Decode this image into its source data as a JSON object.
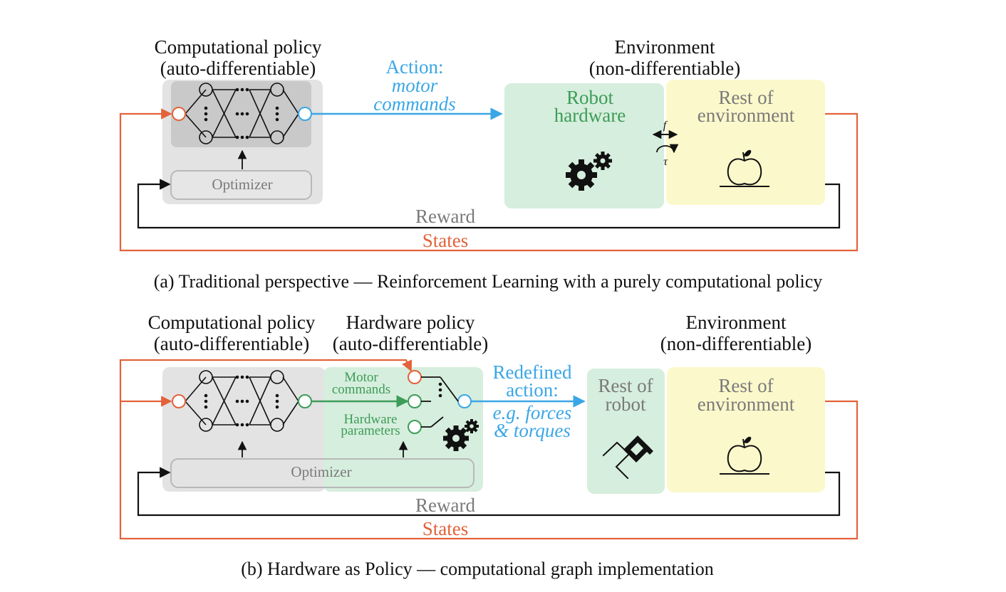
{
  "panel_a": {
    "comp_policy_title": "Computational policy",
    "comp_policy_subtitle": "(auto-differentiable)",
    "optimizer": "Optimizer",
    "action_line1": "Action:",
    "action_line2": "motor",
    "action_line3": "commands",
    "env_title": "Environment",
    "env_subtitle": "(non-differentiable)",
    "robot_line1": "Robot",
    "robot_line2": "hardware",
    "rest_env_line1": "Rest of",
    "rest_env_line2": "environment",
    "force_symbol": "f",
    "torque_symbol": "τ",
    "reward": "Reward",
    "states": "States",
    "caption": "(a) Traditional perspective — Reinforcement Learning with a purely computational policy"
  },
  "panel_b": {
    "comp_policy_title": "Computational policy",
    "comp_policy_subtitle": "(auto-differentiable)",
    "hw_policy_title": "Hardware policy",
    "hw_policy_subtitle": "(auto-differentiable)",
    "motor_line1": "Motor",
    "motor_line2": "commands",
    "hwparams_line1": "Hardware",
    "hwparams_line2": "parameters",
    "optimizer": "Optimizer",
    "redefined_line1": "Redefined",
    "redefined_line2": "action:",
    "redefined_line3": "e.g. forces",
    "redefined_line4": "& torques",
    "env_title": "Environment",
    "env_subtitle": "(non-differentiable)",
    "rest_robot_line1": "Rest of",
    "rest_robot_line2": "robot",
    "rest_env_line1": "Rest of",
    "rest_env_line2": "environment",
    "reward": "Reward",
    "states": "States",
    "caption": "(b) Hardware as Policy — computational graph implementation"
  },
  "colors": {
    "orange": "#e3623a",
    "blue": "#3aa6e6",
    "green": "#3d9c58",
    "gray_box": "#e3e3e3",
    "green_box": "#d6eedd",
    "yellow_box": "#fbf8cb"
  }
}
